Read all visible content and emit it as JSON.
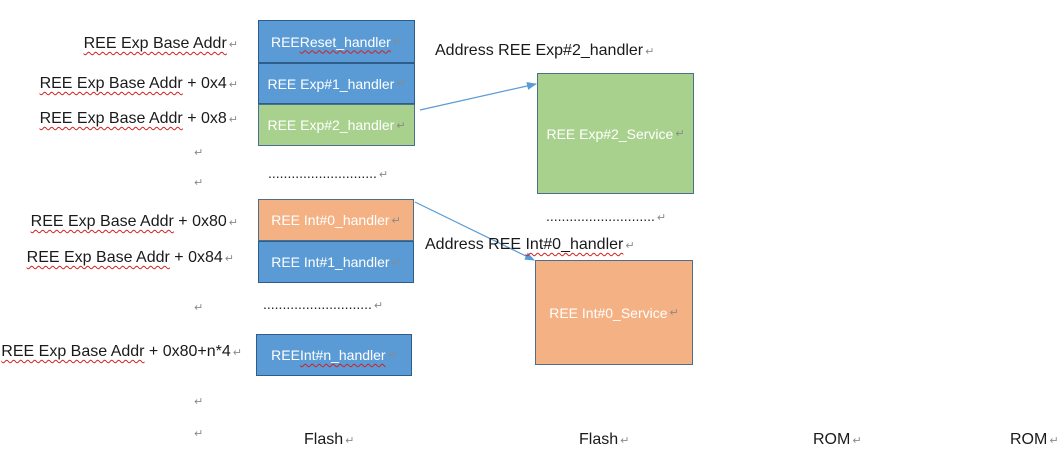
{
  "return_mark": "↵",
  "address_labels": [
    {
      "prefix": "",
      "squiggle": "REE Exp Base Addr",
      "suffix": ""
    },
    {
      "prefix": "",
      "squiggle": "REE Exp Base Addr",
      "suffix": " + 0x4"
    },
    {
      "prefix": "",
      "squiggle": "REE Exp Base Addr",
      "suffix": " + 0x8"
    },
    {
      "prefix": "",
      "squiggle": "REE Exp Base Addr",
      "suffix": " + 0x80"
    },
    {
      "prefix": "",
      "squiggle": "REE Exp Base Addr",
      "suffix": " + 0x84"
    },
    {
      "prefix": "",
      "squiggle": "REE Exp Base Addr",
      "suffix": " + 0x80+n*4"
    }
  ],
  "vector_table": {
    "boxes": [
      {
        "pre": "REE ",
        "squiggle": "Reset_handler",
        "post": "",
        "color": "#5b9bd5"
      },
      {
        "pre": "REE Exp#1_handler",
        "squiggle": "",
        "post": "",
        "color": "#5b9bd5"
      },
      {
        "pre": "REE Exp#2_handler",
        "squiggle": "",
        "post": "",
        "color": "#a9d18e"
      },
      {
        "pre": "REE Int#0_handler",
        "squiggle": "",
        "post": "",
        "color": "#f4b183"
      },
      {
        "pre": "REE Int#1_handler",
        "squiggle": "",
        "post": "",
        "color": "#5b9bd5"
      },
      {
        "pre": "REE ",
        "squiggle": "Int#n_handler",
        "post": "",
        "color": "#5b9bd5"
      }
    ],
    "dots": "............................"
  },
  "service_boxes": [
    {
      "label": "REE Exp#2_Service",
      "color": "#a9d18e"
    },
    {
      "label": "REE Int#0_Service",
      "color": "#f4b183"
    }
  ],
  "service_headers": [
    {
      "text": "Address REE Exp#2_handler"
    },
    {
      "pre": "Address REE ",
      "squiggle": "Int#0_handler"
    }
  ],
  "service_dots": "............................",
  "footer_labels": [
    "Flash",
    "Flash",
    "ROM",
    "ROM"
  ]
}
